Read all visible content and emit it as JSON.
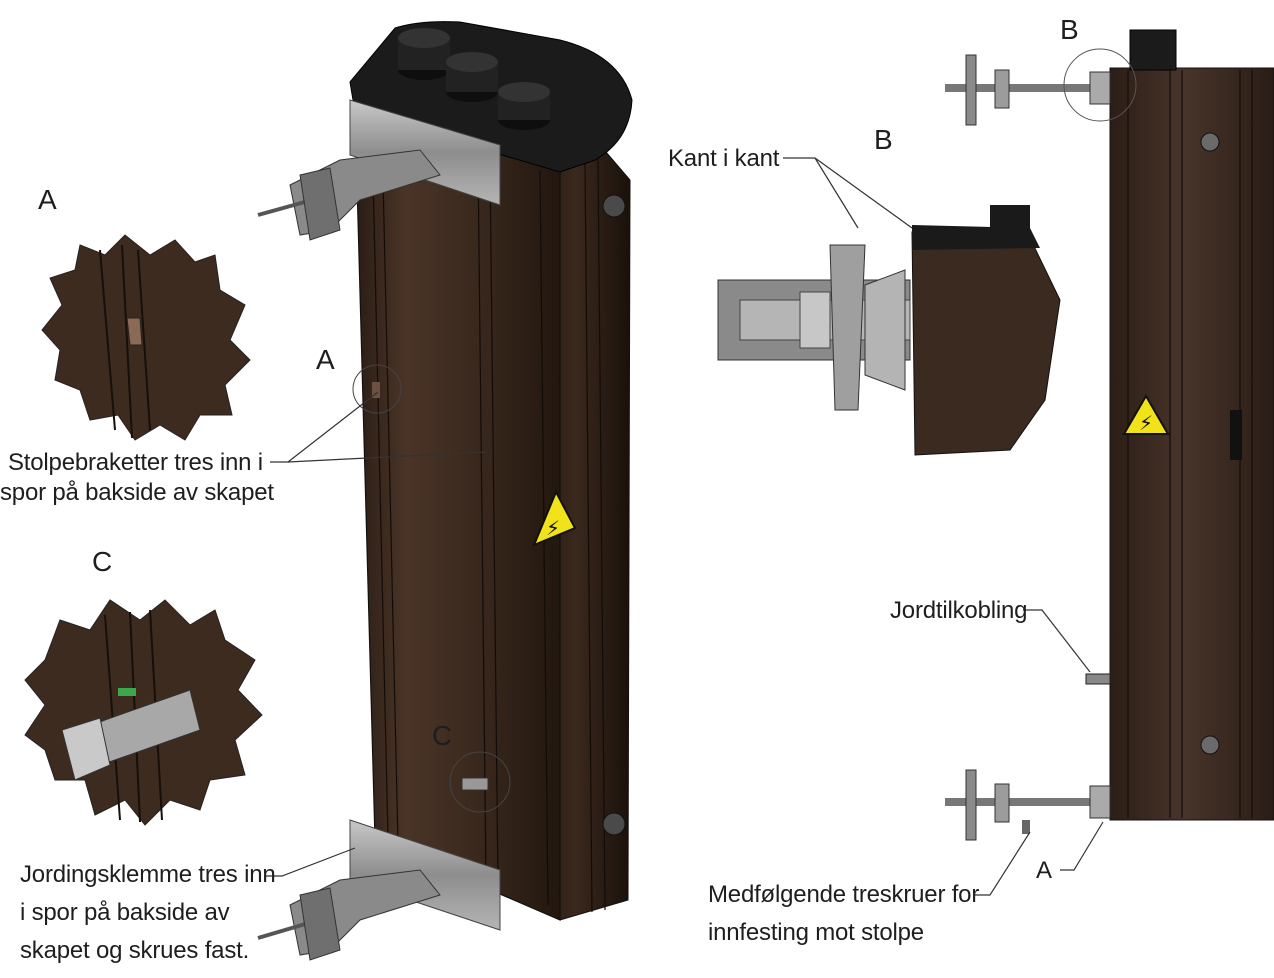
{
  "detail_letters": {
    "a_detail": "A",
    "a_main": "A",
    "a_side": "A",
    "b_top": "B",
    "b_detail": "B",
    "c_detail": "C",
    "c_main": "C"
  },
  "callouts": {
    "post_brackets": [
      "Stolpebraketter tres inn i",
      "spor på bakside av skapet"
    ],
    "grounding_clamp": [
      "Jordingsklemme tres inn",
      "i spor på bakside av",
      "skapet og skrues fast."
    ],
    "edge_to_edge": "Kant i kant",
    "ground_connection": "Jordtilkobling",
    "wood_screws": [
      "Medfølgende treskruer for",
      "innfesting mot stolpe"
    ]
  },
  "warning_symbol": "⚡",
  "icons": [
    "electrical-warning-icon"
  ],
  "colors": {
    "cabinet_body": "#3b2a20",
    "cabinet_top": "#1c1c1c",
    "bracket_metal": "#9a9a9a",
    "warning_yellow": "#f2e21a"
  }
}
